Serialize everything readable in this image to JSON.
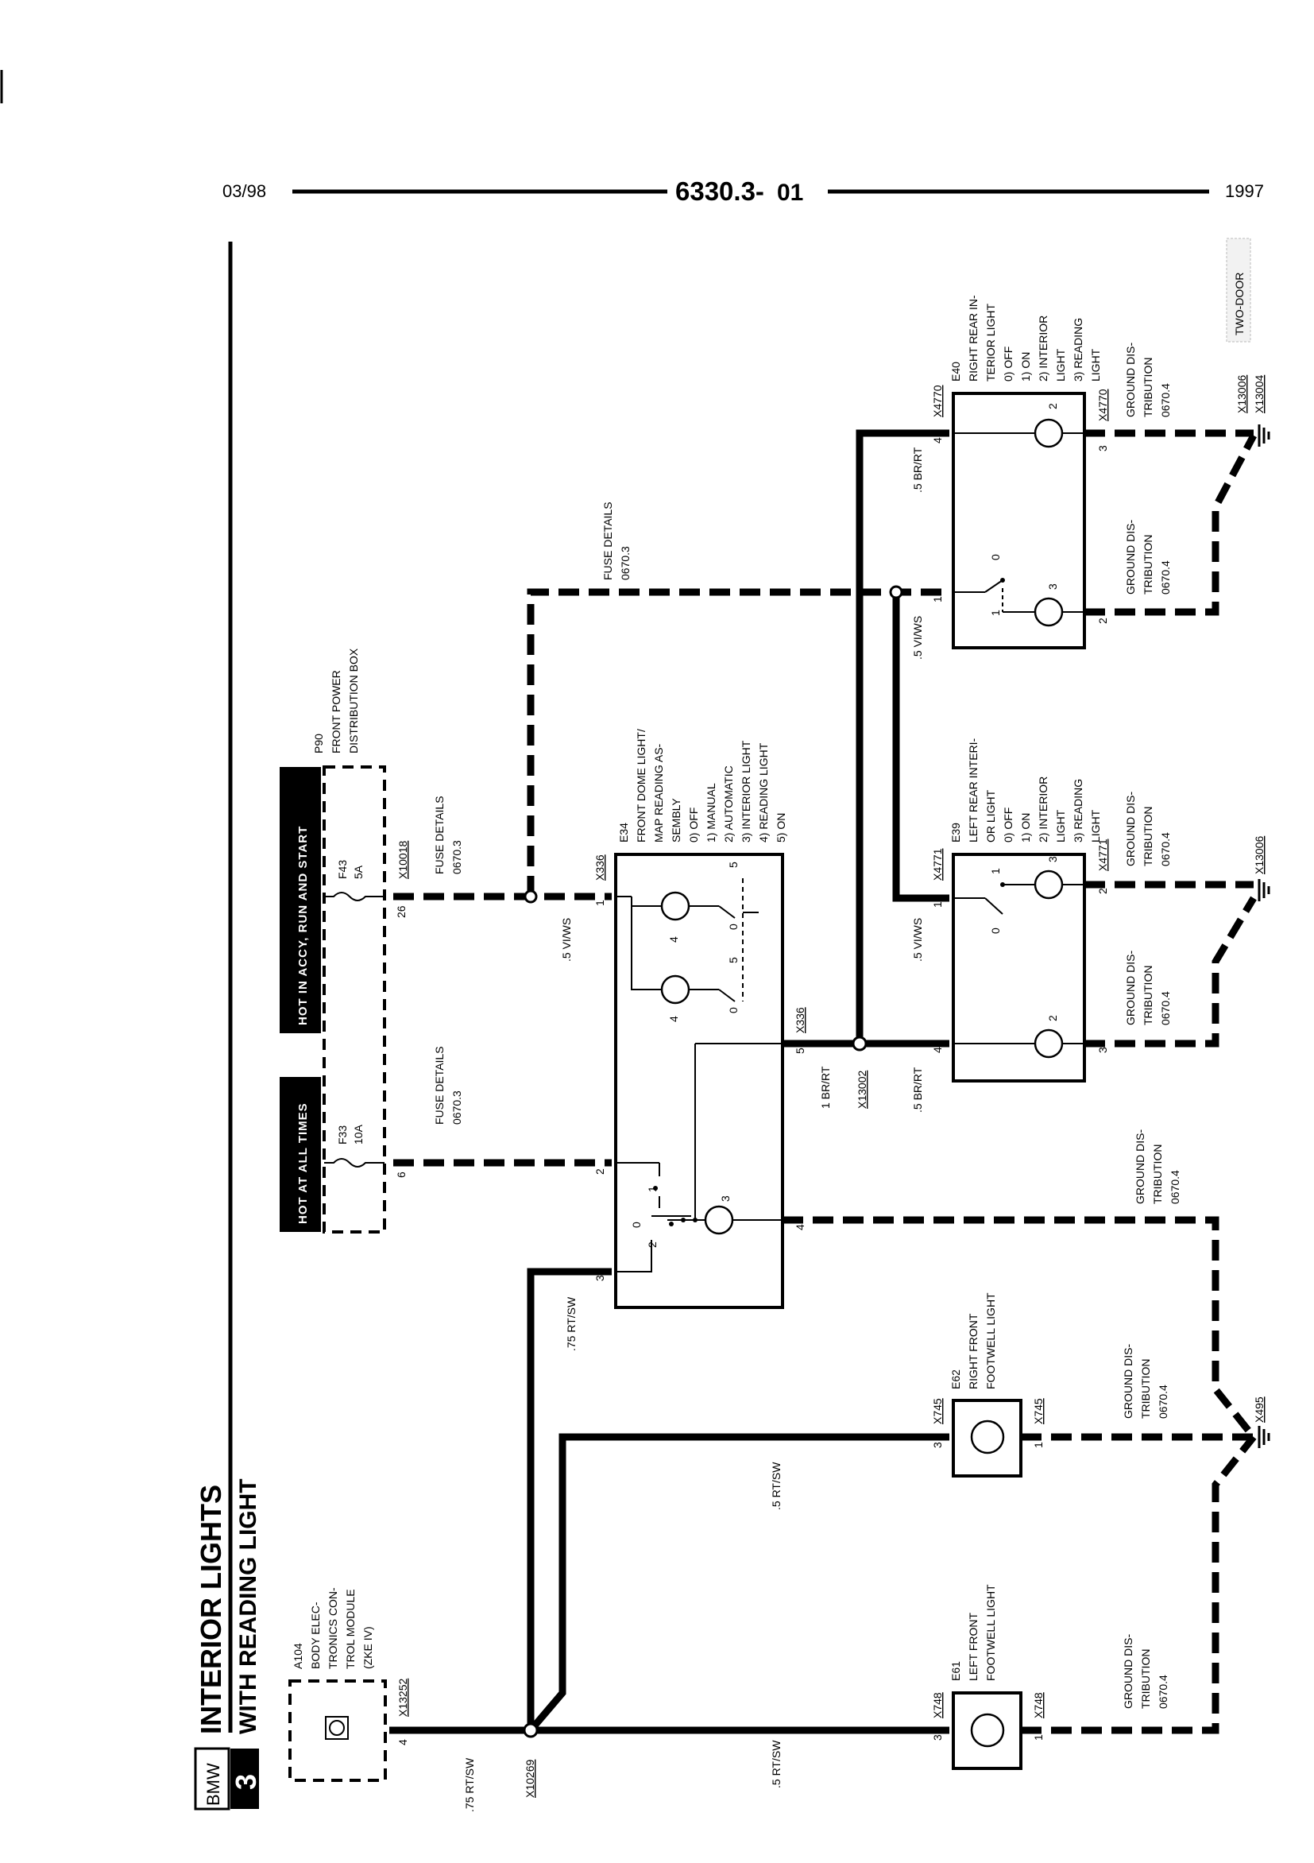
{
  "header": {
    "date": "03/98",
    "code_main": "6330.3-",
    "code_suffix": "01",
    "year": "1997"
  },
  "title": {
    "brand": "BMW",
    "series": "3",
    "line1": "INTERIOR LIGHTS",
    "line2": "WITH READING LIGHT"
  },
  "power_box": {
    "id": "P90",
    "name": [
      "FRONT POWER",
      "DISTRIBUTION BOX"
    ],
    "hot_all_times": "HOT AT ALL TIMES",
    "hot_accy": "HOT IN ACCY, RUN AND START",
    "fuse_f33": "F33",
    "fuse_f33_rating": "10A",
    "fuse_f43": "F43",
    "fuse_f43_rating": "5A",
    "conn_x10018": "X10018",
    "pin_6": "6",
    "pin_26": "26",
    "fuse_details": "FUSE DETAILS",
    "fuse_ref": "0670.3"
  },
  "a104": {
    "id": "A104",
    "name": [
      "BODY ELEC-",
      "TRONICS CON-",
      "TROL MODULE",
      "(ZKE IV)"
    ],
    "conn": "X13252",
    "pin": "4"
  },
  "e34": {
    "id": "E34",
    "name": [
      "FRONT DOME LIGHT/",
      "MAP READING AS-",
      "SEMBLY"
    ],
    "states": [
      "0)  OFF",
      "1)  MANUAL",
      "2)  AUTOMATIC",
      "3)  INTERIOR LIGHT",
      "4)  READING LIGHT",
      "5)  ON"
    ],
    "conn": "X336",
    "conn2": "X336",
    "pins": {
      "p1": "1",
      "p2": "2",
      "p3": "3",
      "p4": "4",
      "p5": "5"
    },
    "lamp_numbers": [
      "3",
      "4",
      "4"
    ],
    "switch_labels": {
      "s0": "0",
      "s1": "1",
      "s2": "2",
      "a0": "0",
      "a5": "5",
      "b0": "0",
      "b5": "5"
    }
  },
  "e39": {
    "id": "E39",
    "name": [
      "LEFT REAR INTERI-",
      "OR LIGHT"
    ],
    "states": [
      "0)  OFF",
      "1)  ON",
      "2)  INTERIOR",
      "      LIGHT",
      "3)  READING",
      "      LIGHT"
    ],
    "conn": "X4771",
    "conn2": "X4771",
    "pins": {
      "p1": "1",
      "p2": "2",
      "p3": "3",
      "p4": "4"
    },
    "lamp_numbers": [
      "3",
      "2"
    ],
    "switch_labels": {
      "s0": "0",
      "s1": "1"
    }
  },
  "e40": {
    "id": "E40",
    "name": [
      "RIGHT REAR IN-",
      "TERIOR LIGHT"
    ],
    "states": [
      "0)  OFF",
      "1)  ON",
      "2)  INTERIOR",
      "      LIGHT",
      "3)  READING",
      "      LIGHT"
    ],
    "conn": "X4770",
    "conn2": "X4770",
    "pins": {
      "p1": "1",
      "p2": "2",
      "p3": "3",
      "p4": "4"
    },
    "lamp_numbers": [
      "2",
      "3"
    ],
    "switch_labels": {
      "s0": "0",
      "s1": "1"
    }
  },
  "e61": {
    "id": "E61",
    "name": [
      "LEFT FRONT",
      "FOOTWELL LIGHT"
    ],
    "conn_in": "X748",
    "conn_out": "X748",
    "pin_in": "3",
    "pin_out": "1"
  },
  "e62": {
    "id": "E62",
    "name": [
      "RIGHT FRONT",
      "FOOTWELL LIGHT"
    ],
    "conn_in": "X745",
    "conn_out": "X745",
    "pin_in": "3",
    "pin_out": "1"
  },
  "wires": {
    "w_75_rtsw_a": ".75 RT/SW",
    "w_75_rtsw_b": ".75 RT/SW",
    "w_5_rtsw_a": ".5 RT/SW",
    "w_5_rtsw_b": ".5 RT/SW",
    "w_5_viws_a": ".5 VI/WS",
    "w_5_viws_b": ".5 VI/WS",
    "w_5_viws_c": ".5 VI/WS",
    "w_1_brrt": "1 BR/RT",
    "w_5_brrt_a": ".5 BR/RT",
    "w_5_brrt_b": ".5 BR/RT"
  },
  "splices": {
    "x10269": "X10269",
    "x13002": "X13002",
    "x495": "X495",
    "x13006_a": "X13006",
    "x13006_b": "X13006",
    "x13004": "X13004"
  },
  "ground": {
    "label1": "GROUND DIS-",
    "label2": "TRIBUTION",
    "ref": "0670.4"
  },
  "two_door": "TWO-DOOR"
}
